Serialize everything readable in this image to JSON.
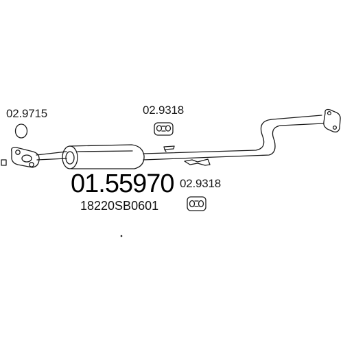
{
  "diagram": {
    "main_part_number": "01.55970",
    "oem_number": "18220SB0601",
    "components": [
      {
        "ref": "02.9715",
        "icon": "sealing-ring-icon"
      },
      {
        "ref": "02.9318",
        "icon": "rubber-hanger-icon"
      },
      {
        "ref": "02.9318",
        "icon": "rubber-hanger-icon"
      }
    ],
    "colors": {
      "line": "#1a1a1a",
      "background": "#ffffff"
    }
  }
}
